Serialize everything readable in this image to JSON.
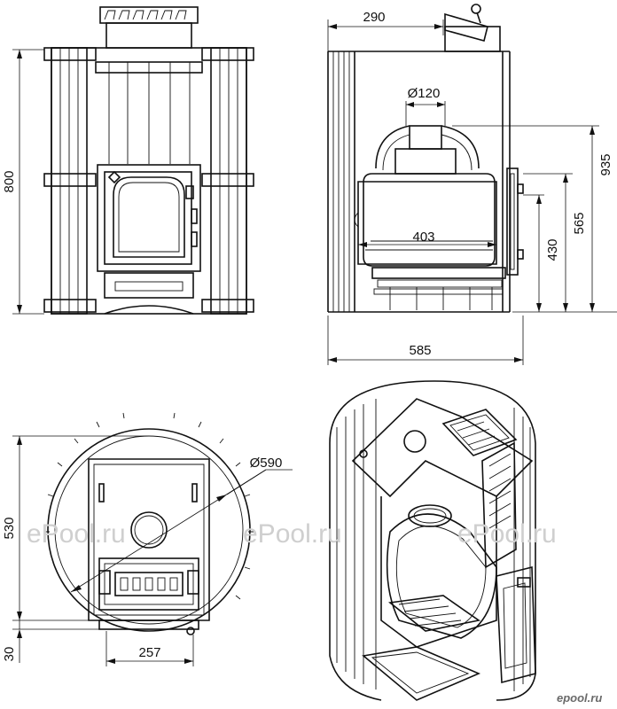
{
  "dimensions": {
    "front_height": "800",
    "side_depth_top": "290",
    "flue_diameter": "Ø120",
    "firebox_width": "403",
    "side_total_depth": "585",
    "side_height_total": "935",
    "side_height_mid": "565",
    "side_height_firebox": "430",
    "top_depth": "530",
    "top_diameter": "Ø590",
    "top_door_width": "257",
    "top_offset": "30"
  },
  "watermark": {
    "text1": "ePool.ru",
    "text2": "ePool.ru",
    "text3": "ePool.ru"
  },
  "logo": "epool.ru",
  "colors": {
    "line": "#111111",
    "watermark": "#cfcfcf"
  }
}
